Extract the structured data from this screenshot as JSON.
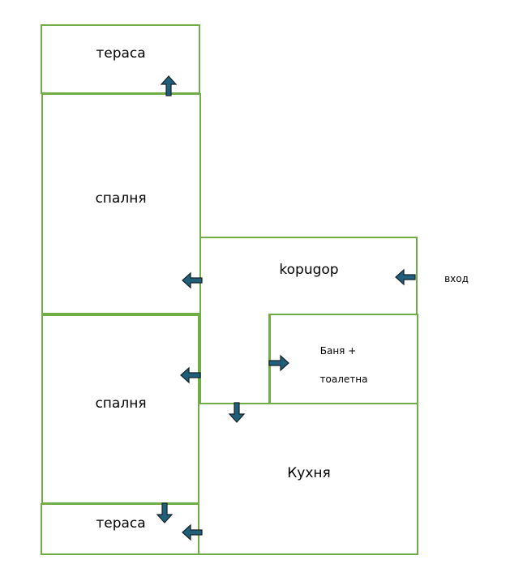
{
  "rooms": {
    "terrace_top": "тераса",
    "bedroom_top": "спалня",
    "corridor": "kopugop",
    "bathroom_line1": "Баня +",
    "bathroom_line2": "тоалетна",
    "bedroom_bottom": "спалня",
    "kitchen": "Кухня",
    "terrace_bottom": "тераса"
  },
  "entrance": "вход",
  "colors": {
    "wall": "#70ad47",
    "arrow_fill": "#1f5f7a",
    "arrow_outline": "#16222a"
  }
}
